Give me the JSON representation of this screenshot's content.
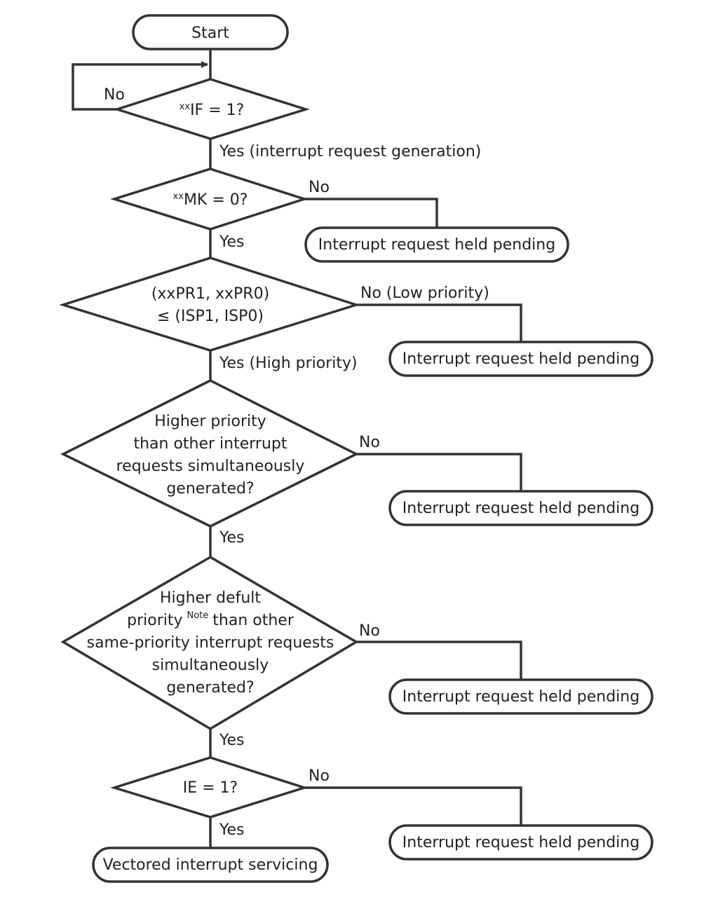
{
  "flowchart": {
    "start": "Start",
    "d1": {
      "prefix": "xx",
      "text": "IF = 1?",
      "no_label": "No",
      "yes_label": "Yes (interrupt request generation)"
    },
    "d2": {
      "prefix": "xx",
      "text": "MK = 0?",
      "no_label": "No",
      "yes_label": "Yes"
    },
    "d3": {
      "line1": "(xxPR1, xxPR0)",
      "line2": "≤ (ISP1, ISP0)",
      "no_label": "No (Low priority)",
      "yes_label": "Yes (High priority)"
    },
    "d4": {
      "line1": "Higher priority",
      "line2": "than other interrupt",
      "line3": "requests simultaneously",
      "line4": "generated?",
      "no_label": "No",
      "yes_label": "Yes"
    },
    "d5": {
      "line1": "Higher defult",
      "line2a": "priority",
      "note": "Note",
      "line2b": "than other",
      "line3": "same-priority interrupt requests",
      "line4": "simultaneously",
      "line5": "generated?",
      "no_label": "No",
      "yes_label": "Yes"
    },
    "d6": {
      "text": "IE = 1?",
      "no_label": "No",
      "yes_label": "Yes"
    },
    "pending": [
      "Interrupt request held pending",
      "Interrupt request held pending",
      "Interrupt request held pending",
      "Interrupt request held pending",
      "Interrupt request held pending"
    ],
    "end": "Vectored interrupt servicing"
  }
}
